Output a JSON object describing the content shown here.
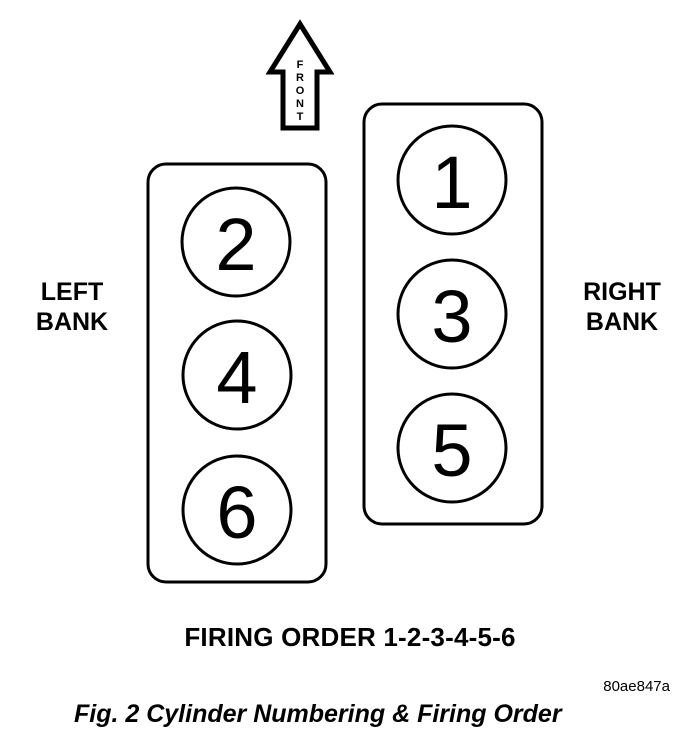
{
  "front_arrow": {
    "label_letters": [
      "F",
      "R",
      "O",
      "N",
      "T"
    ]
  },
  "left_bank": {
    "label_lines": [
      "LEFT",
      "BANK"
    ],
    "cylinders": [
      "2",
      "4",
      "6"
    ]
  },
  "right_bank": {
    "label_lines": [
      "RIGHT",
      "BANK"
    ],
    "cylinders": [
      "1",
      "3",
      "5"
    ]
  },
  "firing_order": "FIRING ORDER 1-2-3-4-5-6",
  "figure_id": "80ae847a",
  "caption": "Fig. 2 Cylinder Numbering & Firing Order",
  "colors": {
    "ink": "#000000",
    "paper": "#ffffff"
  }
}
